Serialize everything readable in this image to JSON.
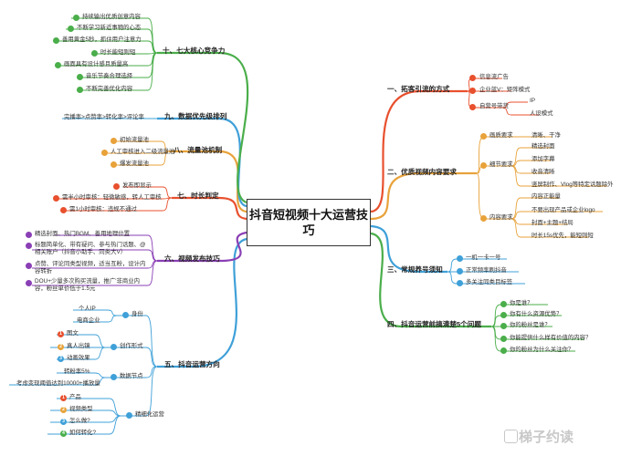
{
  "title_line1": "抖音短视频十大运营技",
  "title_line2": "巧",
  "watermark": "梯子约读",
  "colors": {
    "b1": "#e8502e",
    "b2": "#e8a23a",
    "b3": "#3fa0d8",
    "b4": "#4aae4a",
    "b5": "#3fa0d8",
    "b6": "#8a3fb5",
    "b7": "#e8502e",
    "b8": "#e8a23a",
    "b9": "#3fa0d8",
    "b10": "#4aae4a"
  },
  "branches": {
    "b1": {
      "label": "一、拓客引流的方式",
      "items": [
        "信息流广告",
        "企业蓝V：矩阵模式",
        "自营号带货"
      ],
      "sub": [
        "IP",
        "人设模式"
      ]
    },
    "b2": {
      "label": "二、优质视频内容要求",
      "groups": [
        "画质要求",
        "细节要求",
        "内容要求"
      ],
      "g1": [
        "清晰、干净"
      ],
      "g2": [
        "精选封面",
        "添加字幕",
        "收音清晰",
        "竖屏制作、Vlog等特定话题除外"
      ],
      "g3": [
        "内容正能量",
        "不要出现产品或企业logo",
        "封面+主题+结局",
        "时长15s优先，能短则短"
      ]
    },
    "b3": {
      "label": "三、常规养号须知",
      "items": [
        "一机一卡一号",
        "正常频率刷抖音",
        "多关注同类目标签"
      ]
    },
    "b4": {
      "label": "四、抖音运营前搞清楚5个问题",
      "items": [
        "你是谁？",
        "你有什么资源优势？",
        "你的粉丝是谁？",
        "你能提供什么样有价值的内容？",
        "你的粉丝为什么关注你？"
      ]
    },
    "b5": {
      "label": "五、抖音运营方向",
      "groups": [
        "身份",
        "创作形式",
        "数据节点",
        "精细化运营"
      ],
      "g1": [
        "个人IP",
        "电商企业"
      ],
      "g2": [
        "图文",
        "真人出镜",
        "动画效果"
      ],
      "g2n": [
        "1",
        "2",
        "3"
      ],
      "g3": [
        "转粉率5%",
        "考虑变现阈值达到10000+播放量"
      ],
      "g4": [
        "产品",
        "视频类型",
        "怎么做?",
        "如何转化?"
      ],
      "g4n": [
        "1",
        "2",
        "3",
        "4"
      ]
    },
    "b6": {
      "label": "六、视频发布技巧",
      "items": [
        "精选封面、热门BGM、善用地理位置",
        "标题简单化、带有疑问、参与热门话题、@相关账户（抖音小助手、同类大V）",
        "点赞、评论同类型视频，适当互粉，设计内容转折",
        "DOU+少量多次购买流量，推广'非商业内容，粉丝单价低于1.5元"
      ]
    },
    "b7": {
      "label": "七、时长判定",
      "items": [
        "发布即显示",
        "需半小时审核：轻微敏感，转人工审核",
        "需1小时审核：违规不通过"
      ]
    },
    "b8": {
      "label": "八、流量池机制",
      "items": [
        "初始流量池",
        "人工审核进入二级流量池",
        "爆发流量池"
      ]
    },
    "b9": {
      "label": "九、数据优先级排列",
      "items": [
        "完播率>点赞率>转化率>评论率"
      ]
    },
    "b10": {
      "label": "十、七大核心竞争力",
      "items": [
        "持续输出优质创意内容",
        "不断学习新近事物的心态",
        "善用黄金5秒，抓住用户注意力",
        "时长能短则短",
        "画面具有设计感且质量高",
        "音乐节奏合理选择",
        "不断完善优化内容"
      ]
    }
  }
}
